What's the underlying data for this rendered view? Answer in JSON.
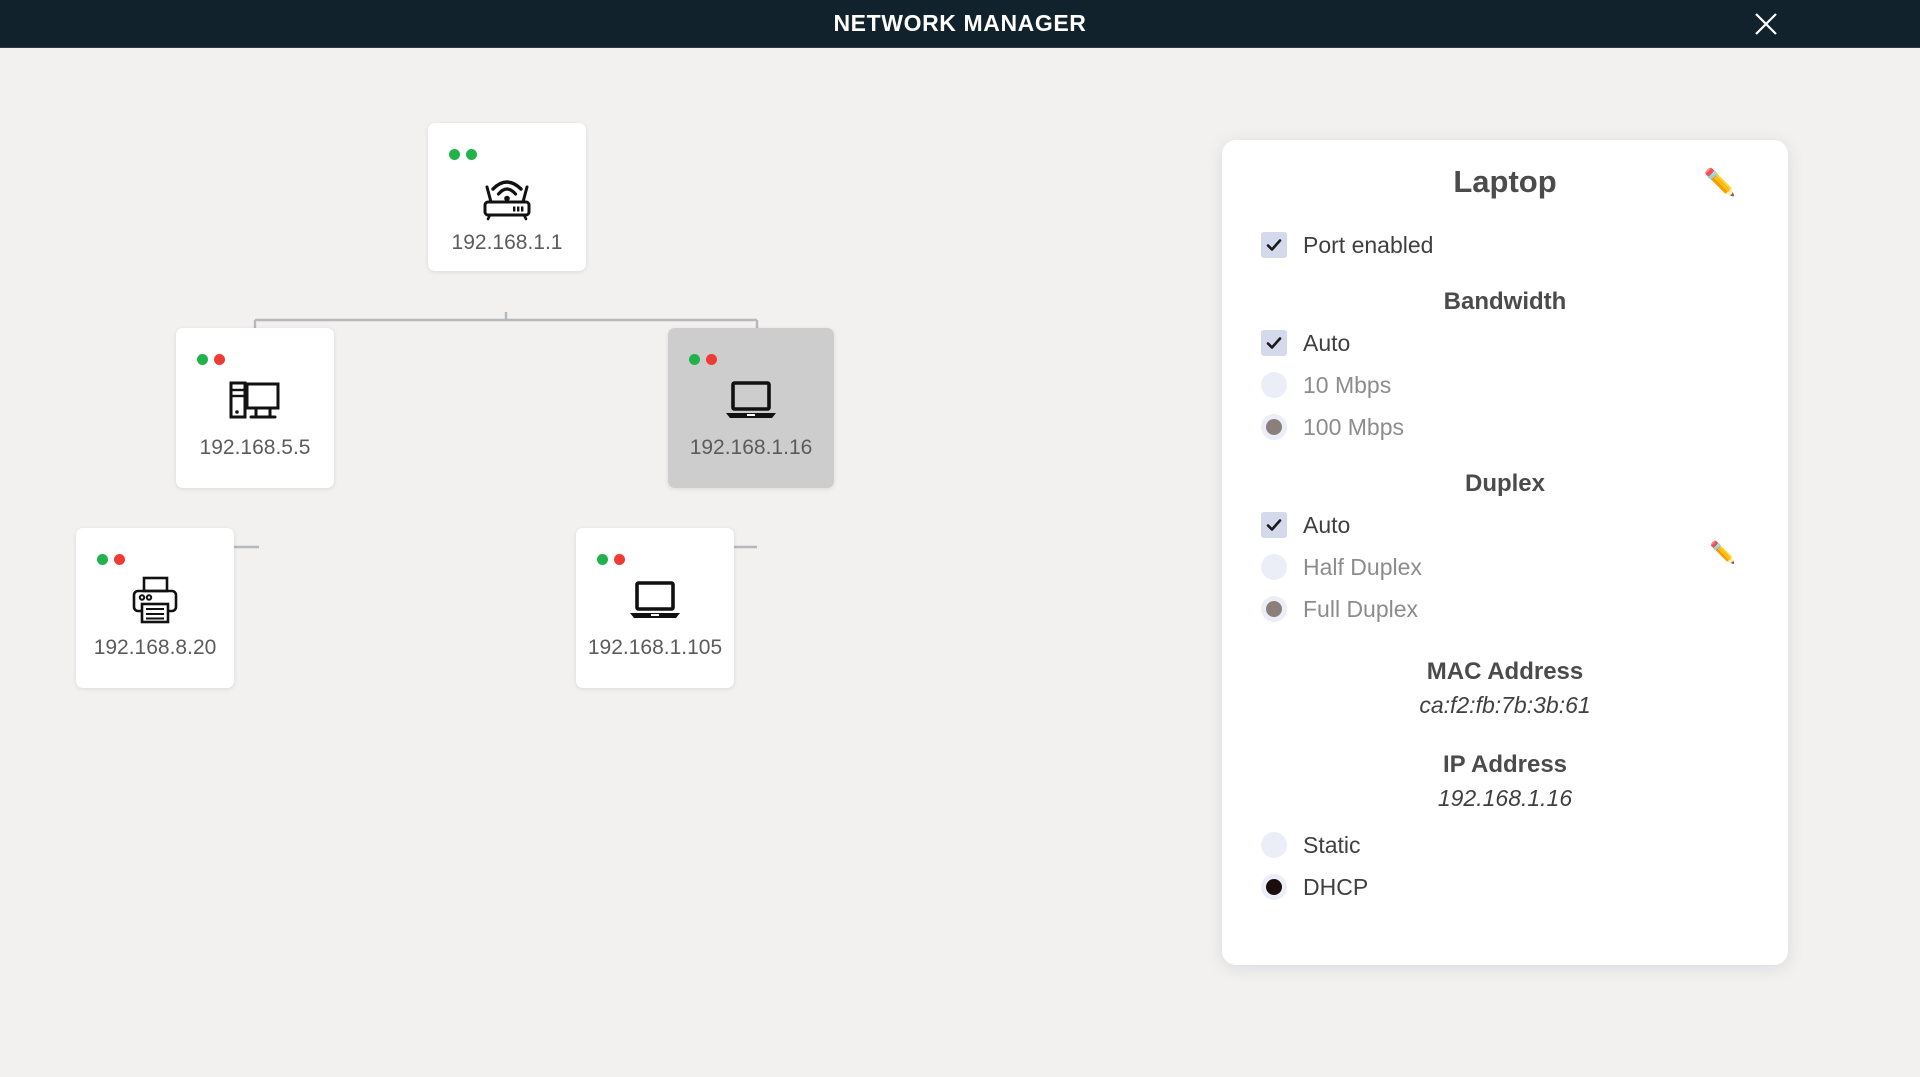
{
  "window": {
    "title": "NETWORK MANAGER",
    "close_icon": "close-icon"
  },
  "topology": {
    "nodes": [
      {
        "id": "router",
        "ip": "192.168.1.1",
        "device": "router",
        "icon": "wifi-router-icon",
        "selected": false,
        "status_dots": [
          "green",
          "green"
        ]
      },
      {
        "id": "desktop",
        "ip": "192.168.5.5",
        "device": "desktop",
        "icon": "desktop-computer-icon",
        "selected": false,
        "status_dots": [
          "green",
          "red"
        ]
      },
      {
        "id": "laptop-selected",
        "ip": "192.168.1.16",
        "device": "laptop",
        "icon": "laptop-icon",
        "selected": true,
        "status_dots": [
          "green",
          "red"
        ]
      },
      {
        "id": "printer",
        "ip": "192.168.8.20",
        "device": "printer",
        "icon": "printer-icon",
        "selected": false,
        "status_dots": [
          "green",
          "red"
        ]
      },
      {
        "id": "laptop-2",
        "ip": "192.168.1.105",
        "device": "laptop",
        "icon": "laptop-icon",
        "selected": false,
        "status_dots": [
          "green",
          "red"
        ]
      }
    ]
  },
  "panel": {
    "title": "Laptop",
    "edit_icon": "pencil-edit-icon",
    "port_enabled": {
      "label": "Port enabled",
      "checked": true
    },
    "bandwidth": {
      "heading": "Bandwidth",
      "options": [
        {
          "label": "Auto",
          "control": "checkbox",
          "state": "checked"
        },
        {
          "label": "10 Mbps",
          "control": "radio",
          "state": "empty"
        },
        {
          "label": "100 Mbps",
          "control": "radio",
          "state": "filled-gray"
        }
      ]
    },
    "duplex": {
      "heading": "Duplex",
      "options": [
        {
          "label": "Auto",
          "control": "checkbox",
          "state": "checked"
        },
        {
          "label": "Half Duplex",
          "control": "radio",
          "state": "empty"
        },
        {
          "label": "Full Duplex",
          "control": "radio",
          "state": "filled-gray"
        }
      ]
    },
    "mac_address": {
      "heading": "MAC Address",
      "value": "ca:f2:fb:7b:3b:61",
      "edit_icon": "pencil-edit-icon"
    },
    "ip_address": {
      "heading": "IP Address",
      "value": "192.168.1.16",
      "edit_icon": "pencil-edit-icon"
    },
    "addressing": {
      "options": [
        {
          "label": "Static",
          "control": "radio",
          "state": "empty"
        },
        {
          "label": "DHCP",
          "control": "radio",
          "state": "filled-dark"
        }
      ]
    }
  },
  "colors": {
    "titlebar_bg": "#11222c",
    "canvas_bg": "#f2f1ef",
    "panel_bg": "#ffffff",
    "selected_node_bg": "#cdcdcd",
    "status_green": "#21b24b",
    "status_red": "#ee3b34",
    "checkbox_bg": "#d5d9ec",
    "radio_bg": "#eceef7",
    "radio_fill_gray": "#8a7f7b",
    "radio_fill_dark": "#1b0d0c",
    "edge_line": "#b6b8bd"
  }
}
